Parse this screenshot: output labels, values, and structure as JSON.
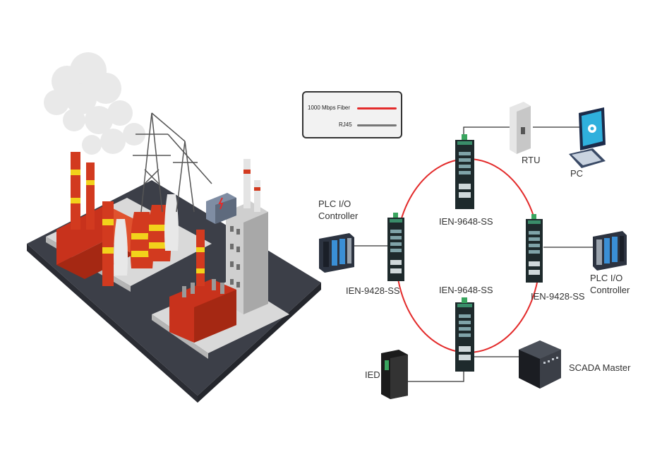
{
  "legend": {
    "fiber_label": "1000 Mbps Fiber",
    "rj45_label": "RJ45",
    "fiber_color": "#e32b2b",
    "rj45_color": "#777777"
  },
  "devices": {
    "switch_top": "IEN-9648-SS",
    "switch_bottom": "IEN-9648-SS",
    "switch_left": "IEN-9428-SS",
    "switch_right": "IEN-9428-SS",
    "rtu": "RTU",
    "pc": "PC",
    "plc_left_line1": "PLC I/O",
    "plc_left_line2": "Controller",
    "plc_right_line1": "PLC I/O",
    "plc_right_line2": "Controller",
    "ied": "IED",
    "scada": "SCADA Master"
  }
}
